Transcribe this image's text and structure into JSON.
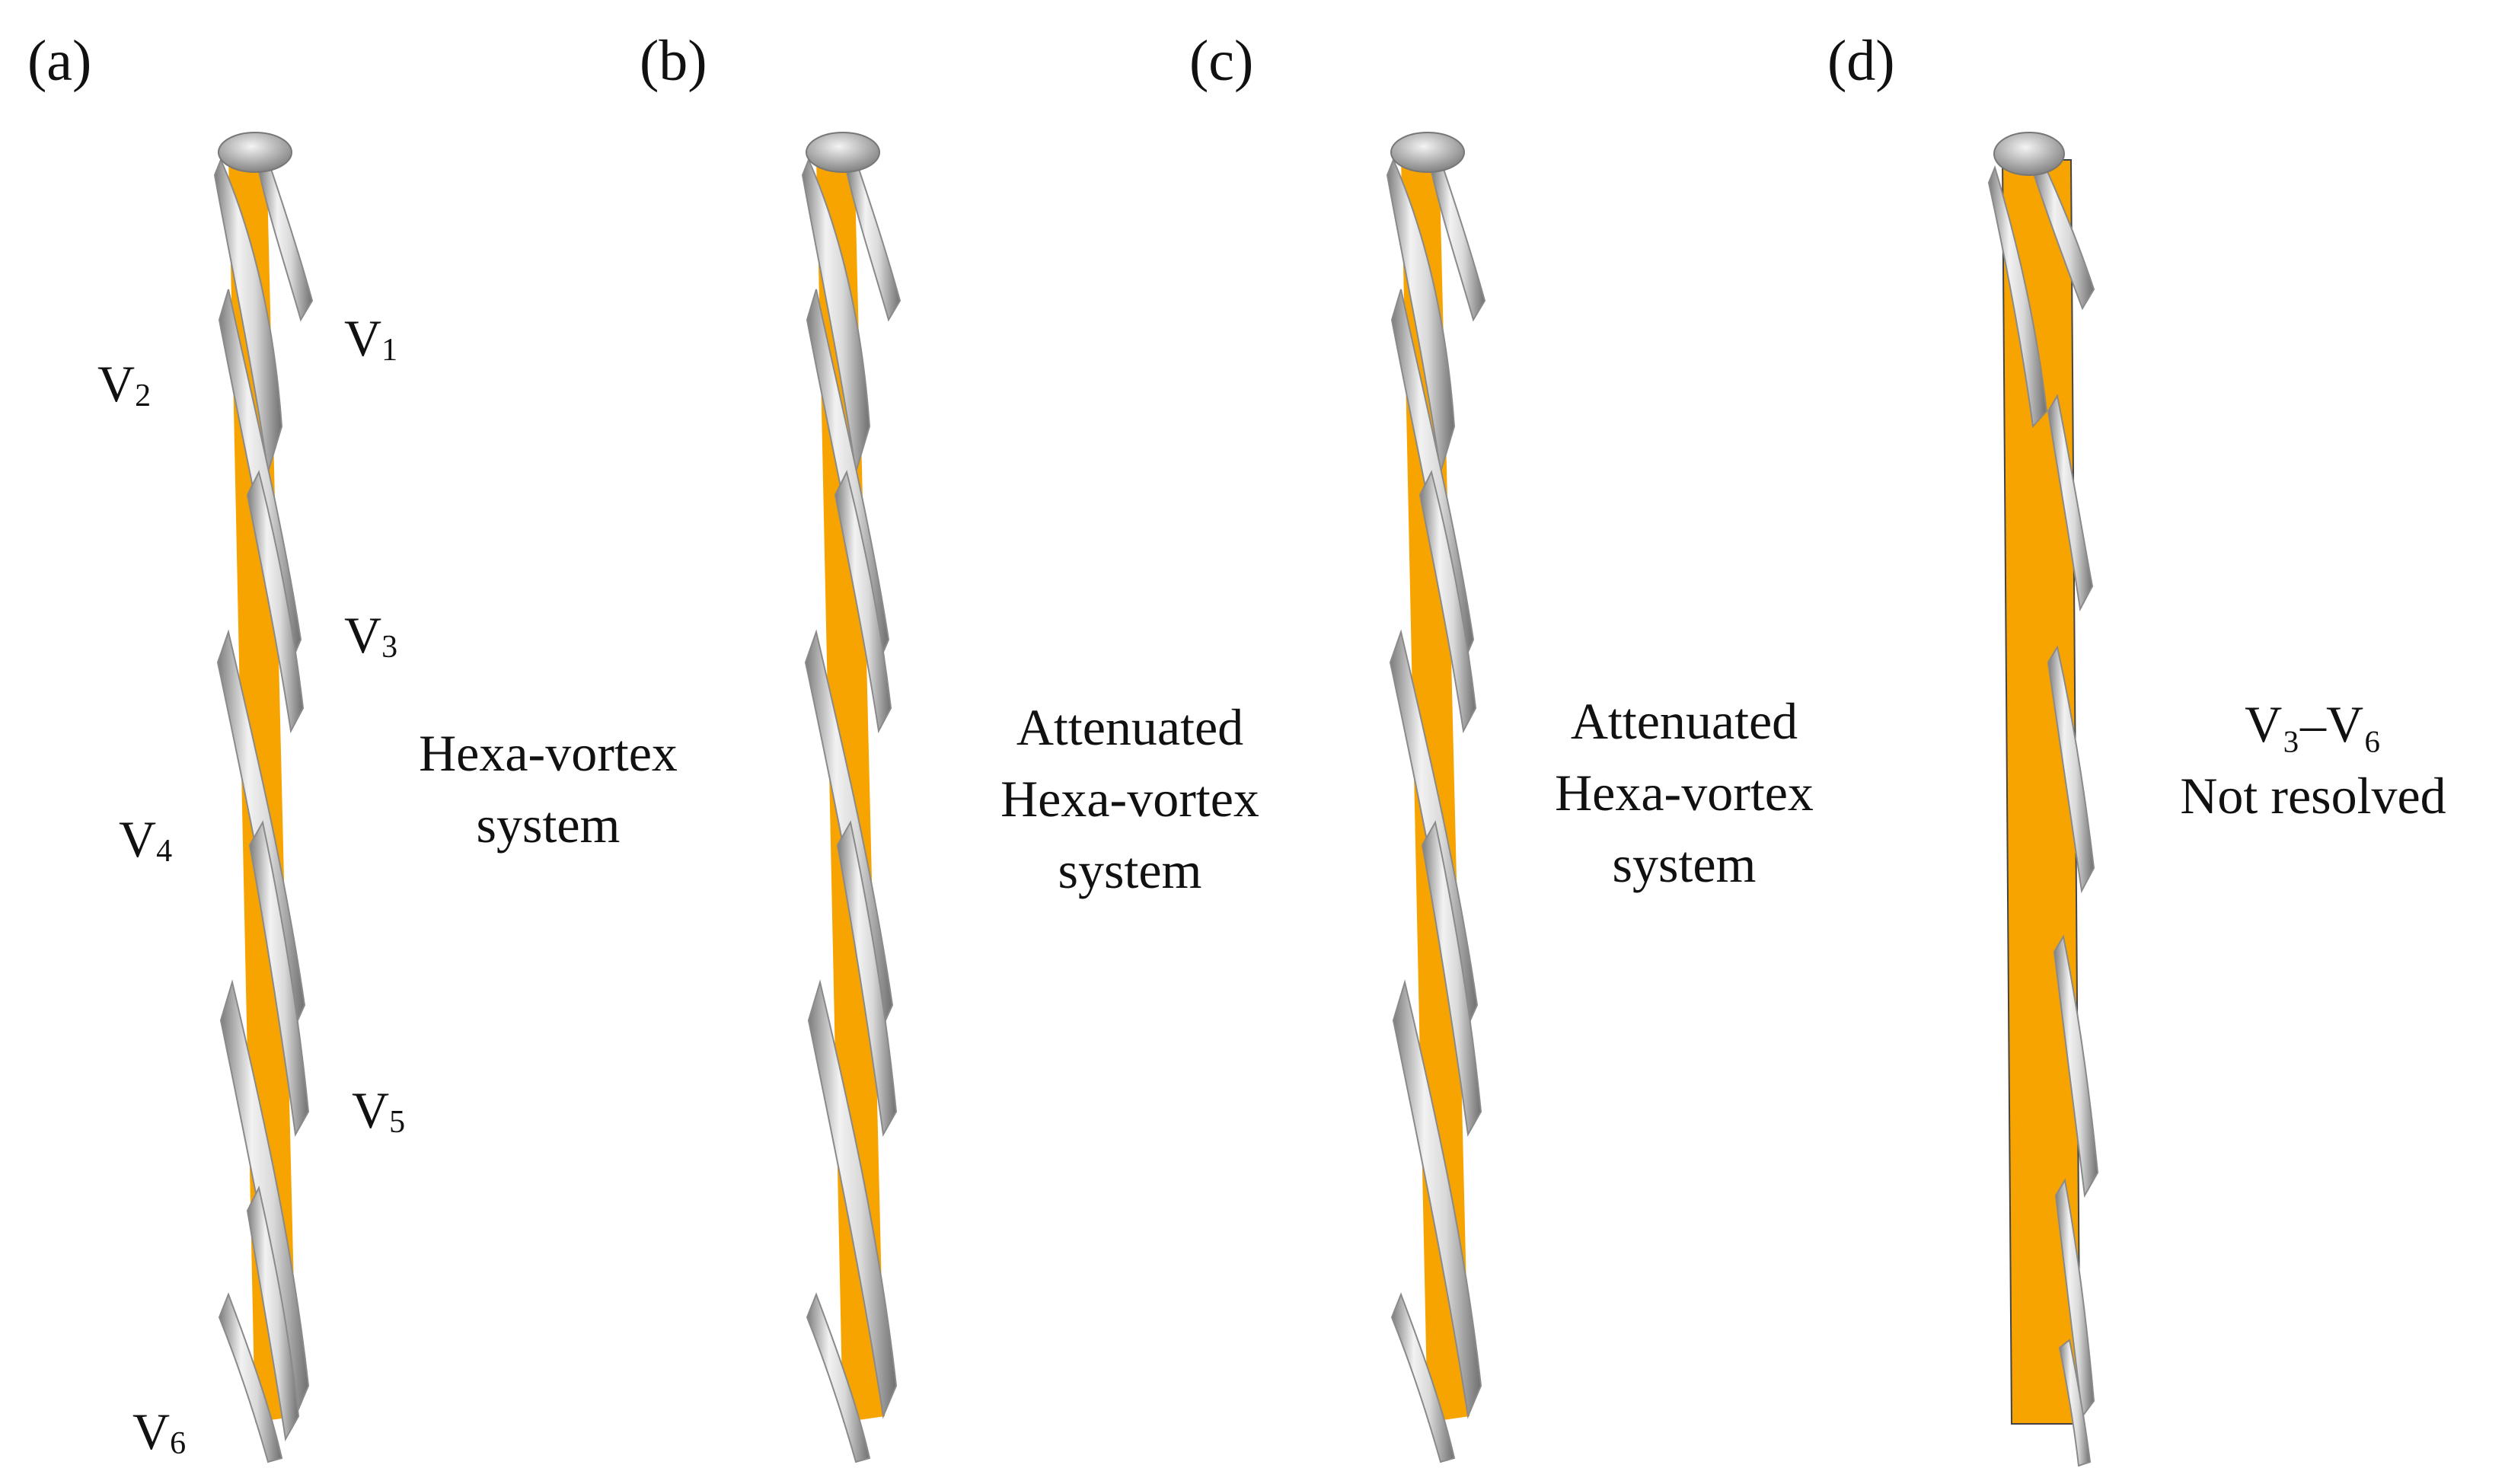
{
  "panels": [
    {
      "label": "(a)",
      "caption_lines": [
        "Hexa-vortex",
        "system"
      ]
    },
    {
      "label": "(b)",
      "caption_lines": [
        "Attenuated",
        "Hexa-vortex",
        "system"
      ]
    },
    {
      "label": "(c)",
      "caption_lines": [
        "Attenuated",
        "Hexa-vortex",
        "system"
      ]
    },
    {
      "label": "(d)",
      "caption_lines": [
        "V₃–V₆",
        "Not resolved"
      ]
    }
  ],
  "vortex_labels": [
    {
      "base": "V",
      "sub": "1"
    },
    {
      "base": "V",
      "sub": "2"
    },
    {
      "base": "V",
      "sub": "3"
    },
    {
      "base": "V",
      "sub": "4"
    },
    {
      "base": "V",
      "sub": "5"
    },
    {
      "base": "V",
      "sub": "6"
    }
  ],
  "colors": {
    "blade": "#F7A300",
    "vortex_light": "#e6e6e6",
    "vortex_dark": "#8a8a8a"
  }
}
